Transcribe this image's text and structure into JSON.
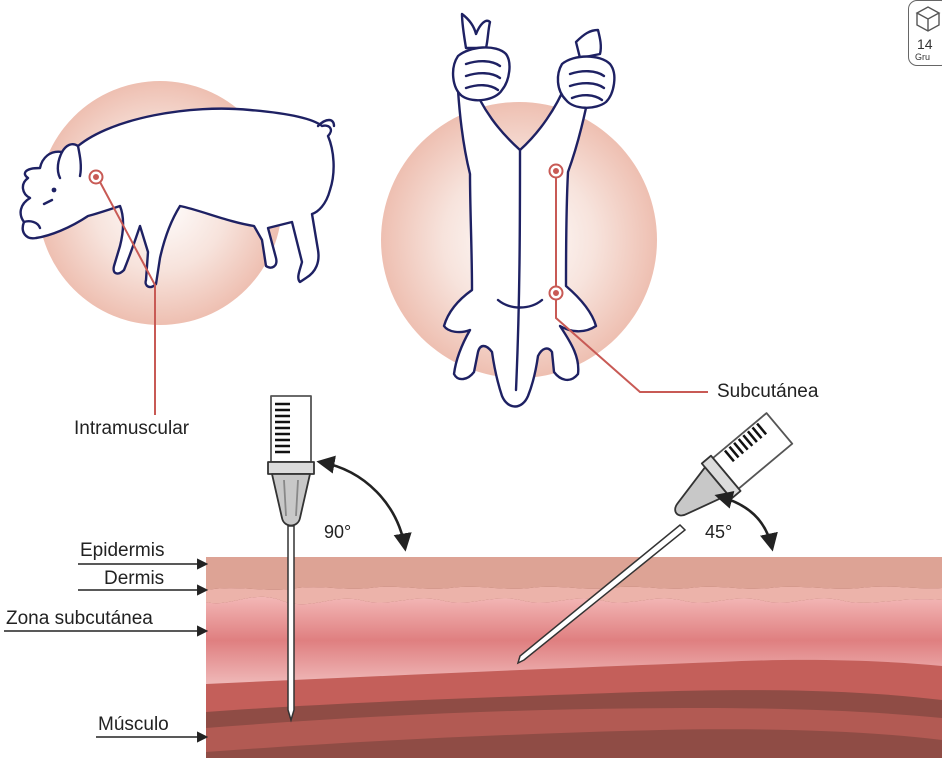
{
  "colors": {
    "outline": "#1e2163",
    "pointer": "#c85a55",
    "halo": "#f2cfc5",
    "epidermis": "#dda395",
    "dermis": "#edb2ad",
    "subcutaneous": "#df8384",
    "muscle_light": "#c45f5a",
    "muscle_dark": "#8f4c45"
  },
  "labels": {
    "intramuscular": "Intramuscular",
    "subcutanea": "Subcutánea",
    "epidermis": "Epidermis",
    "dermis": "Dermis",
    "zona_subcutanea": "Zona subcutánea",
    "musculo": "Músculo"
  },
  "angles": {
    "ninety": "90°",
    "fortyfive": "45°"
  },
  "badge": {
    "number": "14",
    "text": "Gru"
  },
  "icons": [
    "pig-side-icon",
    "hanging-pig-icon",
    "hand-icon",
    "syringe-icon",
    "needle-icon",
    "double-arrow-icon"
  ]
}
